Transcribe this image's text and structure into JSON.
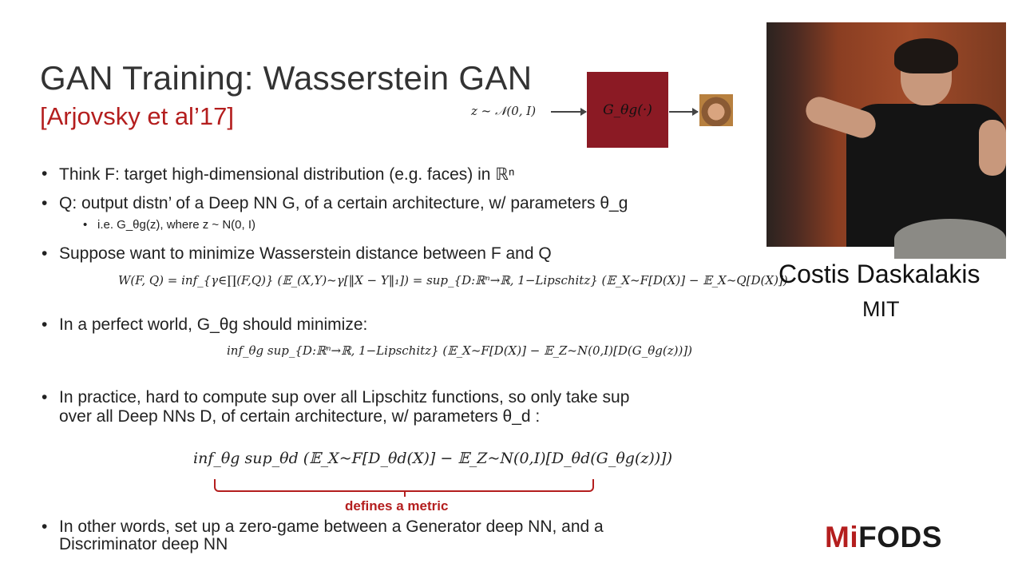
{
  "slide": {
    "title": "GAN Training: Wasserstein GAN",
    "citation": "[Arjovsky et al’17]"
  },
  "diagram": {
    "input_label": "z ~ 𝒩(0, I)",
    "generator_label": "G_θg(·)",
    "output_image": "generated-face"
  },
  "bullets": [
    {
      "text": "Think F: target high-dimensional distribution (e.g. faces) in  ℝⁿ"
    },
    {
      "text": "Q: output distn’ of a Deep NN G, of a certain architecture, w/ parameters θ_g"
    },
    {
      "text": "i.e. G_θg(z), where z ~ N(0, I)"
    },
    {
      "text": "Suppose want to minimize Wasserstein distance between F and Q"
    },
    {
      "text": "In a perfect world, G_θg should minimize:"
    },
    {
      "text": "In practice, hard to compute sup over all Lipschitz functions, so only take sup"
    },
    {
      "text": "over all Deep NNs D, of certain architecture, w/ parameters θ_d :"
    },
    {
      "text": "In other words, set up a zero-game between a Generator deep NN, and a"
    },
    {
      "text": "Discriminator deep NN"
    }
  ],
  "equations": {
    "wasserstein": "W(F, Q) = inf_{γ∈∏(F,Q)} (𝔼_(X,Y)~γ[‖X − Y‖₁]) = sup_{D:ℝⁿ→ℝ, 1−Lipschitz} (𝔼_X~F[D(X)] − 𝔼_X~Q[D(X)])",
    "perfect_world": "inf_θg sup_{D:ℝⁿ→ℝ, 1−Lipschitz} (𝔼_X~F[D(X)] − 𝔼_Z~N(0,I)[D(G_θg(z))])",
    "practice": "inf_θg sup_θd (𝔼_X~F[D_θd(X)] − 𝔼_Z~N(0,I)[D_θd(G_θg(z))])"
  },
  "annotation": "defines a metric",
  "speaker": {
    "name": "Costis Daskalakis",
    "affiliation": "MIT"
  },
  "logo": {
    "text_red": "Mi",
    "text_dark": "FODS",
    "red": "#b41e1e",
    "dark": "#1a1a1a"
  },
  "colors": {
    "accent": "#b41e1e",
    "generator_box": "#8b1a24"
  }
}
